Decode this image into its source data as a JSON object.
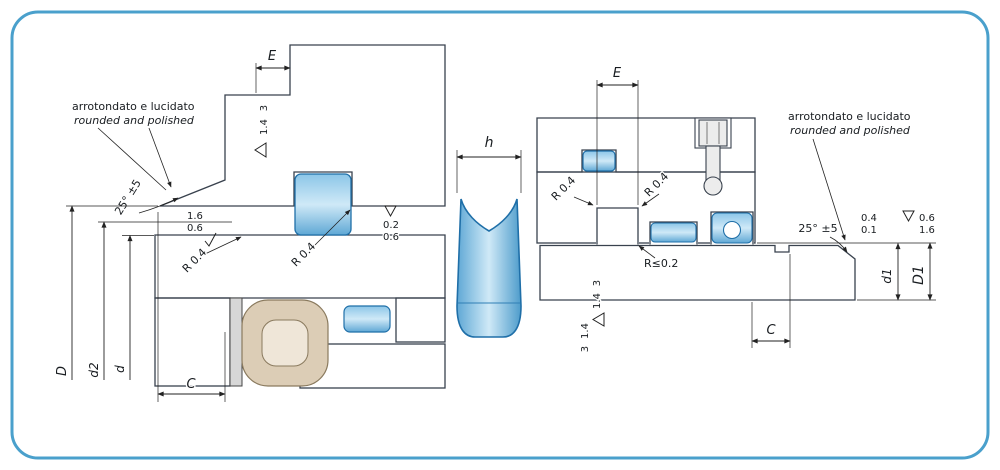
{
  "colors": {
    "frame_border": "#4aa0cc",
    "seal_blue": "#5fa8d5",
    "seal_blue_light": "#cfe9f7",
    "seal_outline": "#1f6fa8",
    "hatch_line": "#9aa7b2",
    "bearing_ball": "#dccdb6"
  },
  "left_view": {
    "note_line1": "arrotondato  e lucidato",
    "note_line2": "rounded and polished",
    "dim_e": "E",
    "flank_rough_top": "3",
    "flank_rough_bottom": "1.4",
    "angle": "25° ±5",
    "bore_rough_top": "1.6",
    "bore_rough_bottom": "0.6",
    "groove_rough_top": "0.2",
    "groove_rough_bottom": "0.6",
    "radius_label_1": "R 0.4",
    "radius_label_2": "R 0.4",
    "dim_outer": "D",
    "dim_groove": "d2",
    "dim_shaft": "d",
    "dim_chamfer": "C"
  },
  "seal_profile": {
    "dim_height": "h"
  },
  "right_view": {
    "dim_e": "E",
    "radius_label_1": "R 0.4",
    "radius_label_2": "R 0.4",
    "note_line1": "arrotondato e lucidato",
    "note_line2": "rounded and polished",
    "angle": "25° ±5",
    "rod_rough_top": "0.4",
    "rod_rough_bottom": "0.1",
    "chamfer_rough_top": "0.6",
    "chamfer_rough_bottom": "1.6",
    "radius_small": "R≤0.2",
    "flank1_top": "3",
    "flank1_bottom": "1.4",
    "flank2_top": "1.4",
    "flank2_bottom": "3",
    "dim_chamfer": "C",
    "dim_rod": "d1",
    "dim_bore": "D1"
  }
}
